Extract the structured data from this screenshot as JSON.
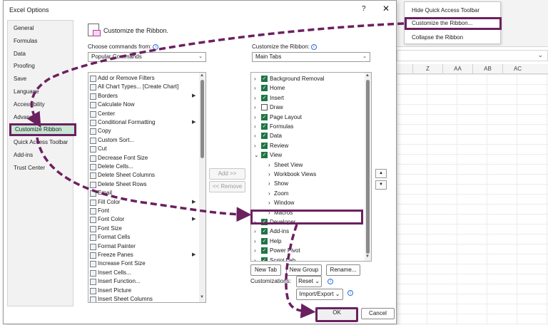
{
  "excel": {
    "column_headers": [
      "Z",
      "AA",
      "AB",
      "AC"
    ],
    "chevron_icon": "chevron-down-icon"
  },
  "qat_menu": {
    "items": [
      "Hide Quick Access Toolbar",
      "Customize the Ribbon...",
      "Collapse the Ribbon"
    ]
  },
  "dialog": {
    "title": "Excel Options",
    "help_glyph": "?",
    "close_glyph": "✕",
    "categories": [
      "General",
      "Formulas",
      "Data",
      "Proofing",
      "Save",
      "Language",
      "Accessibility",
      "Advanced",
      "Customize Ribbon",
      "Quick Access Toolbar",
      "Add-ins",
      "Trust Center"
    ],
    "selected_category": "Customize Ribbon",
    "header_text": "Customize the Ribbon.",
    "choose_label": "Choose commands from:",
    "choose_value": "Popular Commands",
    "customize_label": "Customize the Ribbon:",
    "customize_value": "Main Tabs",
    "commands": [
      {
        "label": "Add or Remove Filters",
        "sub": ""
      },
      {
        "label": "All Chart Types... [Create Chart]",
        "sub": ""
      },
      {
        "label": "Borders",
        "sub": "▶"
      },
      {
        "label": "Calculate Now",
        "sub": ""
      },
      {
        "label": "Center",
        "sub": ""
      },
      {
        "label": "Conditional Formatting",
        "sub": "▶"
      },
      {
        "label": "Copy",
        "sub": ""
      },
      {
        "label": "Custom Sort...",
        "sub": ""
      },
      {
        "label": "Cut",
        "sub": ""
      },
      {
        "label": "Decrease Font Size",
        "sub": ""
      },
      {
        "label": "Delete Cells...",
        "sub": ""
      },
      {
        "label": "Delete Sheet Columns",
        "sub": ""
      },
      {
        "label": "Delete Sheet Rows",
        "sub": ""
      },
      {
        "label": "Email",
        "sub": ""
      },
      {
        "label": "Fill Color",
        "sub": "▶"
      },
      {
        "label": "Font",
        "sub": ""
      },
      {
        "label": "Font Color",
        "sub": "▶"
      },
      {
        "label": "Font Size",
        "sub": ""
      },
      {
        "label": "Format Cells",
        "sub": ""
      },
      {
        "label": "Format Painter",
        "sub": ""
      },
      {
        "label": "Freeze Panes",
        "sub": "▶"
      },
      {
        "label": "Increase Font Size",
        "sub": ""
      },
      {
        "label": "Insert Cells...",
        "sub": ""
      },
      {
        "label": "Insert Function...",
        "sub": ""
      },
      {
        "label": "Insert Picture",
        "sub": ""
      },
      {
        "label": "Insert Sheet Columns",
        "sub": ""
      }
    ],
    "add_button": "Add >>",
    "remove_button": "<< Remove",
    "tabs": [
      {
        "label": "Background Removal",
        "checked": true,
        "sub": false
      },
      {
        "label": "Home",
        "checked": true,
        "sub": false
      },
      {
        "label": "Insert",
        "checked": true,
        "sub": false
      },
      {
        "label": "Draw",
        "checked": false,
        "sub": false
      },
      {
        "label": "Page Layout",
        "checked": true,
        "sub": false
      },
      {
        "label": "Formulas",
        "checked": true,
        "sub": false
      },
      {
        "label": "Data",
        "checked": true,
        "sub": false
      },
      {
        "label": "Review",
        "checked": true,
        "sub": false
      },
      {
        "label": "View",
        "checked": true,
        "sub": false,
        "expanded": true
      },
      {
        "label": "Sheet View",
        "checked": false,
        "sub": true
      },
      {
        "label": "Workbook Views",
        "checked": false,
        "sub": true
      },
      {
        "label": "Show",
        "checked": false,
        "sub": true
      },
      {
        "label": "Zoom",
        "checked": false,
        "sub": true
      },
      {
        "label": "Window",
        "checked": false,
        "sub": true
      },
      {
        "label": "Macros",
        "checked": false,
        "sub": true
      },
      {
        "label": "Developer",
        "checked": true,
        "sub": false
      },
      {
        "label": "Add-ins",
        "checked": true,
        "sub": false
      },
      {
        "label": "Help",
        "checked": true,
        "sub": false
      },
      {
        "label": "Power Pivot",
        "checked": true,
        "sub": false
      },
      {
        "label": "Script Lab",
        "checked": true,
        "sub": false
      }
    ],
    "new_tab": "New Tab",
    "new_group": "New Group",
    "rename": "Rename...",
    "customizations_label": "Customizations:",
    "reset_button": "Reset",
    "import_export_button": "Import/Export",
    "ok_button": "OK",
    "cancel_button": "Cancel"
  },
  "annotation_color": "#6b2060"
}
